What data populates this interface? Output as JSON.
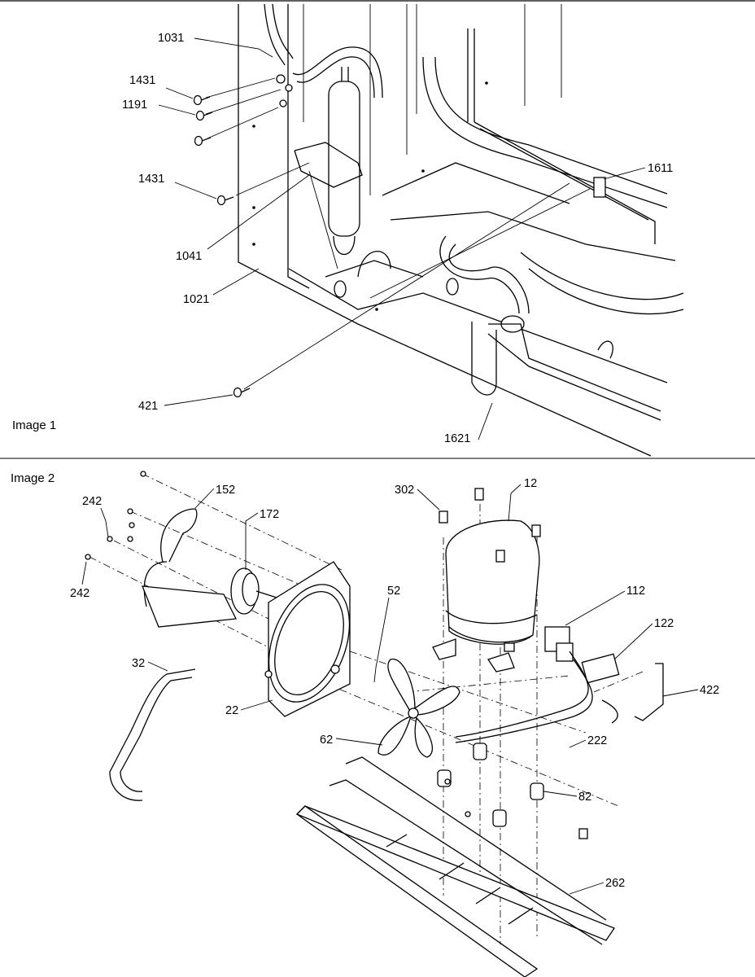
{
  "panels": {
    "image1": {
      "caption": "Image 1"
    },
    "image2": {
      "caption": "Image 2"
    }
  },
  "callouts": {
    "p1031": "1031",
    "p1431a": "1431",
    "p1191": "1191",
    "p1431b": "1431",
    "p1041": "1041",
    "p1021": "1021",
    "p1611": "1611",
    "p421": "421",
    "p1621": "1621",
    "p152": "152",
    "p172": "172",
    "p242a": "242",
    "p242b": "242",
    "p32": "32",
    "p22": "22",
    "p52": "52",
    "p62": "62",
    "p302": "302",
    "p12": "12",
    "p112": "112",
    "p122": "122",
    "p422": "422",
    "p222": "222",
    "p82": "82",
    "p262": "262"
  }
}
